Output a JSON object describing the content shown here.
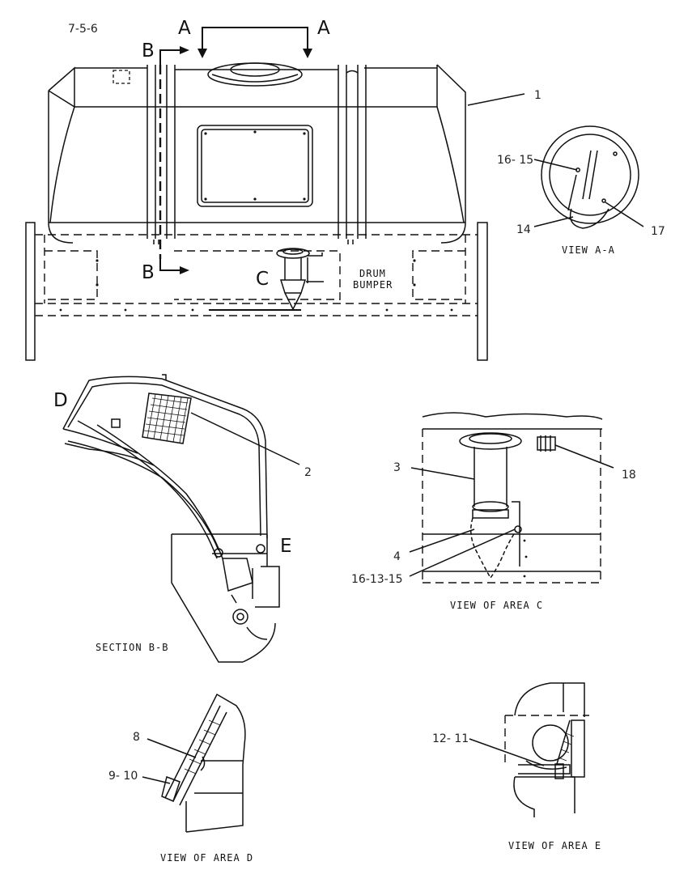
{
  "callouts": {
    "c_7_5_6": "7-5-6",
    "c_1": "1",
    "c_16_15": "16- 15",
    "c_14": "14",
    "c_17": "17",
    "c_2": "2",
    "c_3": "3",
    "c_18": "18",
    "c_4": "4",
    "c_16_13_15": "16-13-15",
    "c_8": "8",
    "c_9_10": "9- 10",
    "c_12_11": "12- 11"
  },
  "section_letters": {
    "a_left": "A",
    "a_right": "A",
    "b_top": "B",
    "b_bottom": "B",
    "c": "C",
    "d": "D",
    "e": "E"
  },
  "notes": {
    "drum_line1": "DRUM",
    "drum_line2": "BUMPER"
  },
  "captions": {
    "view_aa": "VIEW  A-A",
    "section_bb": "SECTION  B-B",
    "view_c": "VIEW  OF  AREA  C",
    "view_d": "VIEW  OF  AREA  D",
    "view_e": "VIEW  OF  AREA  E"
  }
}
